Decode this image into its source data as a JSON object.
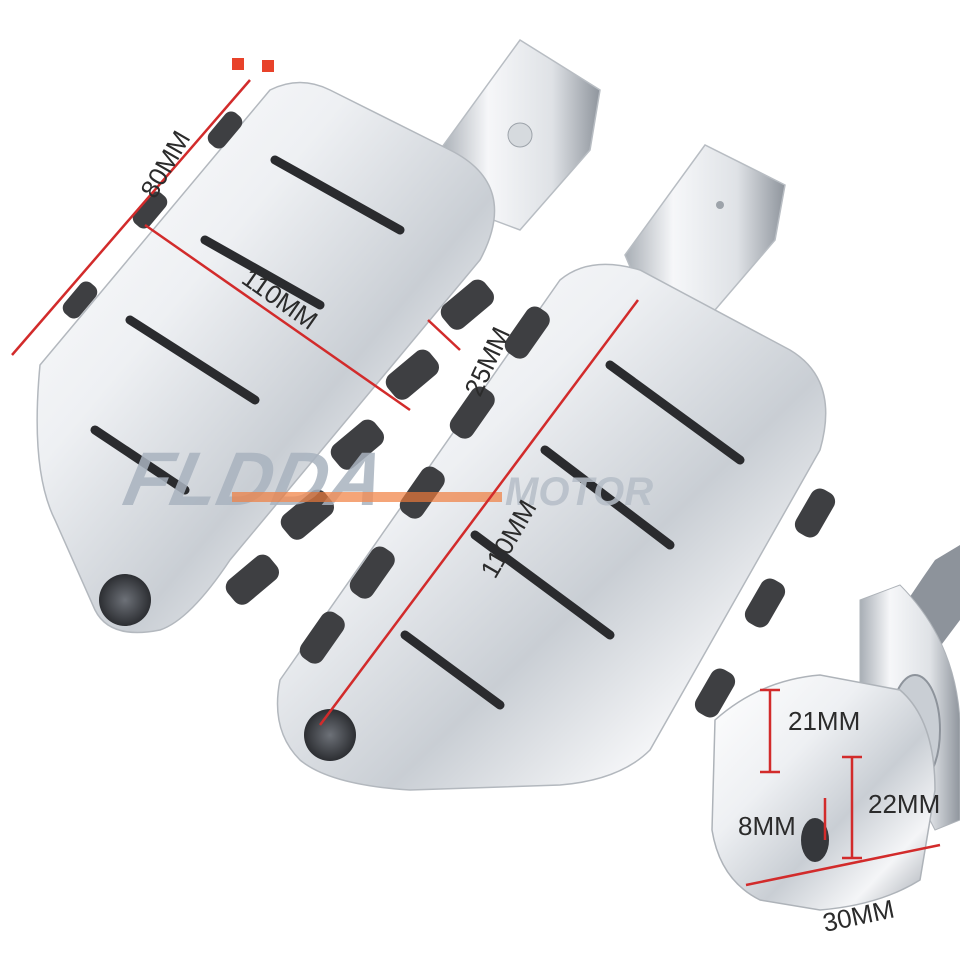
{
  "watermark": {
    "brand_main": "FLDDA",
    "brand_sub": "MOTOR",
    "color_main": "#a9b3bf",
    "color_accent": "#f07a3a"
  },
  "dimensions": {
    "left_width": "80MM",
    "left_length": "110MM",
    "left_thickness": "25MM",
    "right_length": "110MM",
    "clamp_upper": "21MM",
    "clamp_height": "22MM",
    "clamp_hole": "8MM",
    "clamp_width": "30MM"
  },
  "colors": {
    "chrome_light": "#f7f8fa",
    "chrome_mid": "#cfd3d8",
    "chrome_dark": "#8d939b",
    "rubber": "#3e3f42",
    "dimension_line": "#d22b2b",
    "marker": "#e8422a"
  }
}
